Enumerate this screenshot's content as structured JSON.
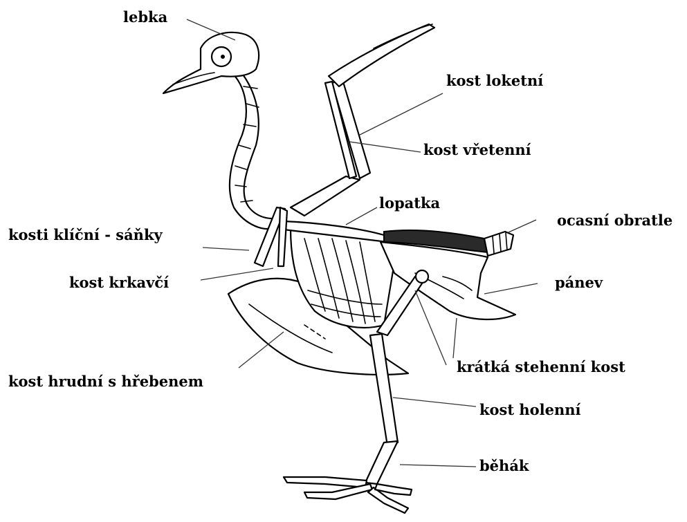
{
  "labels": {
    "skull": "lebka",
    "ulna": "kost loketní",
    "radius": "kost vřetenní",
    "scapula": "lopatka",
    "tail_vertebrae": "ocasní obratle",
    "clavicles": "kosti klíční - sáňky",
    "coracoid": "kost krkavčí",
    "pelvis": "pánev",
    "sternum": "kost hrudní s hřebenem",
    "femur": "krátká stehenní kost",
    "tibia": "kost holenní",
    "tarsometatarsus": "běhák"
  }
}
